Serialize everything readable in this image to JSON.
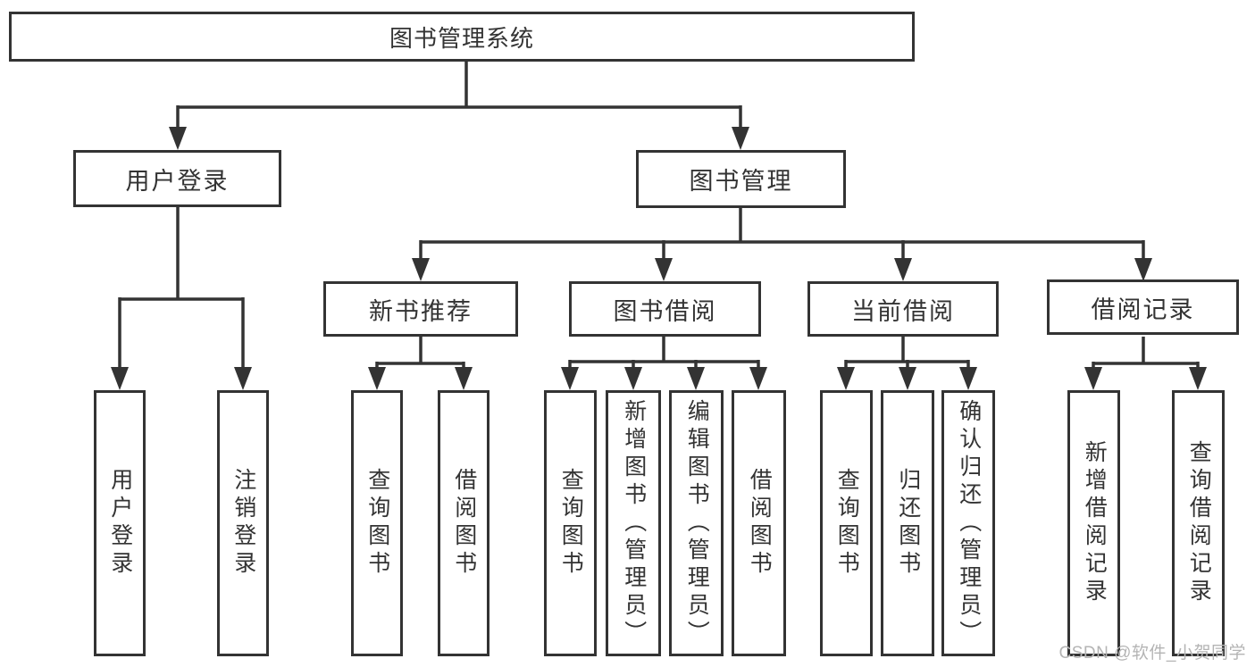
{
  "diagram": {
    "title": "图书管理系统",
    "user_login": {
      "label": "用户登录",
      "children": {
        "login": "用户登录",
        "logout": "注销登录"
      }
    },
    "book_management": {
      "label": "图书管理",
      "sections": {
        "new_book_recommend": {
          "label": "新书推荐",
          "children": {
            "query_book": "查询图书",
            "borrow_book": "借阅图书"
          }
        },
        "book_borrow": {
          "label": "图书借阅",
          "children": {
            "query_book": "查询图书",
            "add_book_admin": "新增图书（管理员）",
            "edit_book_admin": "编辑图书（管理员）",
            "borrow_book": "借阅图书"
          }
        },
        "current_borrow": {
          "label": "当前借阅",
          "children": {
            "query_book": "查询图书",
            "return_book": "归还图书",
            "confirm_return_admin": "确认归还（管理员）"
          }
        },
        "borrow_records": {
          "label": "借阅记录",
          "children": {
            "add_record": "新增借阅记录",
            "query_record": "查询借阅记录"
          }
        }
      }
    }
  },
  "watermark": {
    "text": "CSDN @软件_小贺同学"
  },
  "colors": {
    "line": "#333333",
    "text": "#333333",
    "box_bg": "#ffffff",
    "background": "#ffffff",
    "watermark": "#b4b4b4"
  }
}
